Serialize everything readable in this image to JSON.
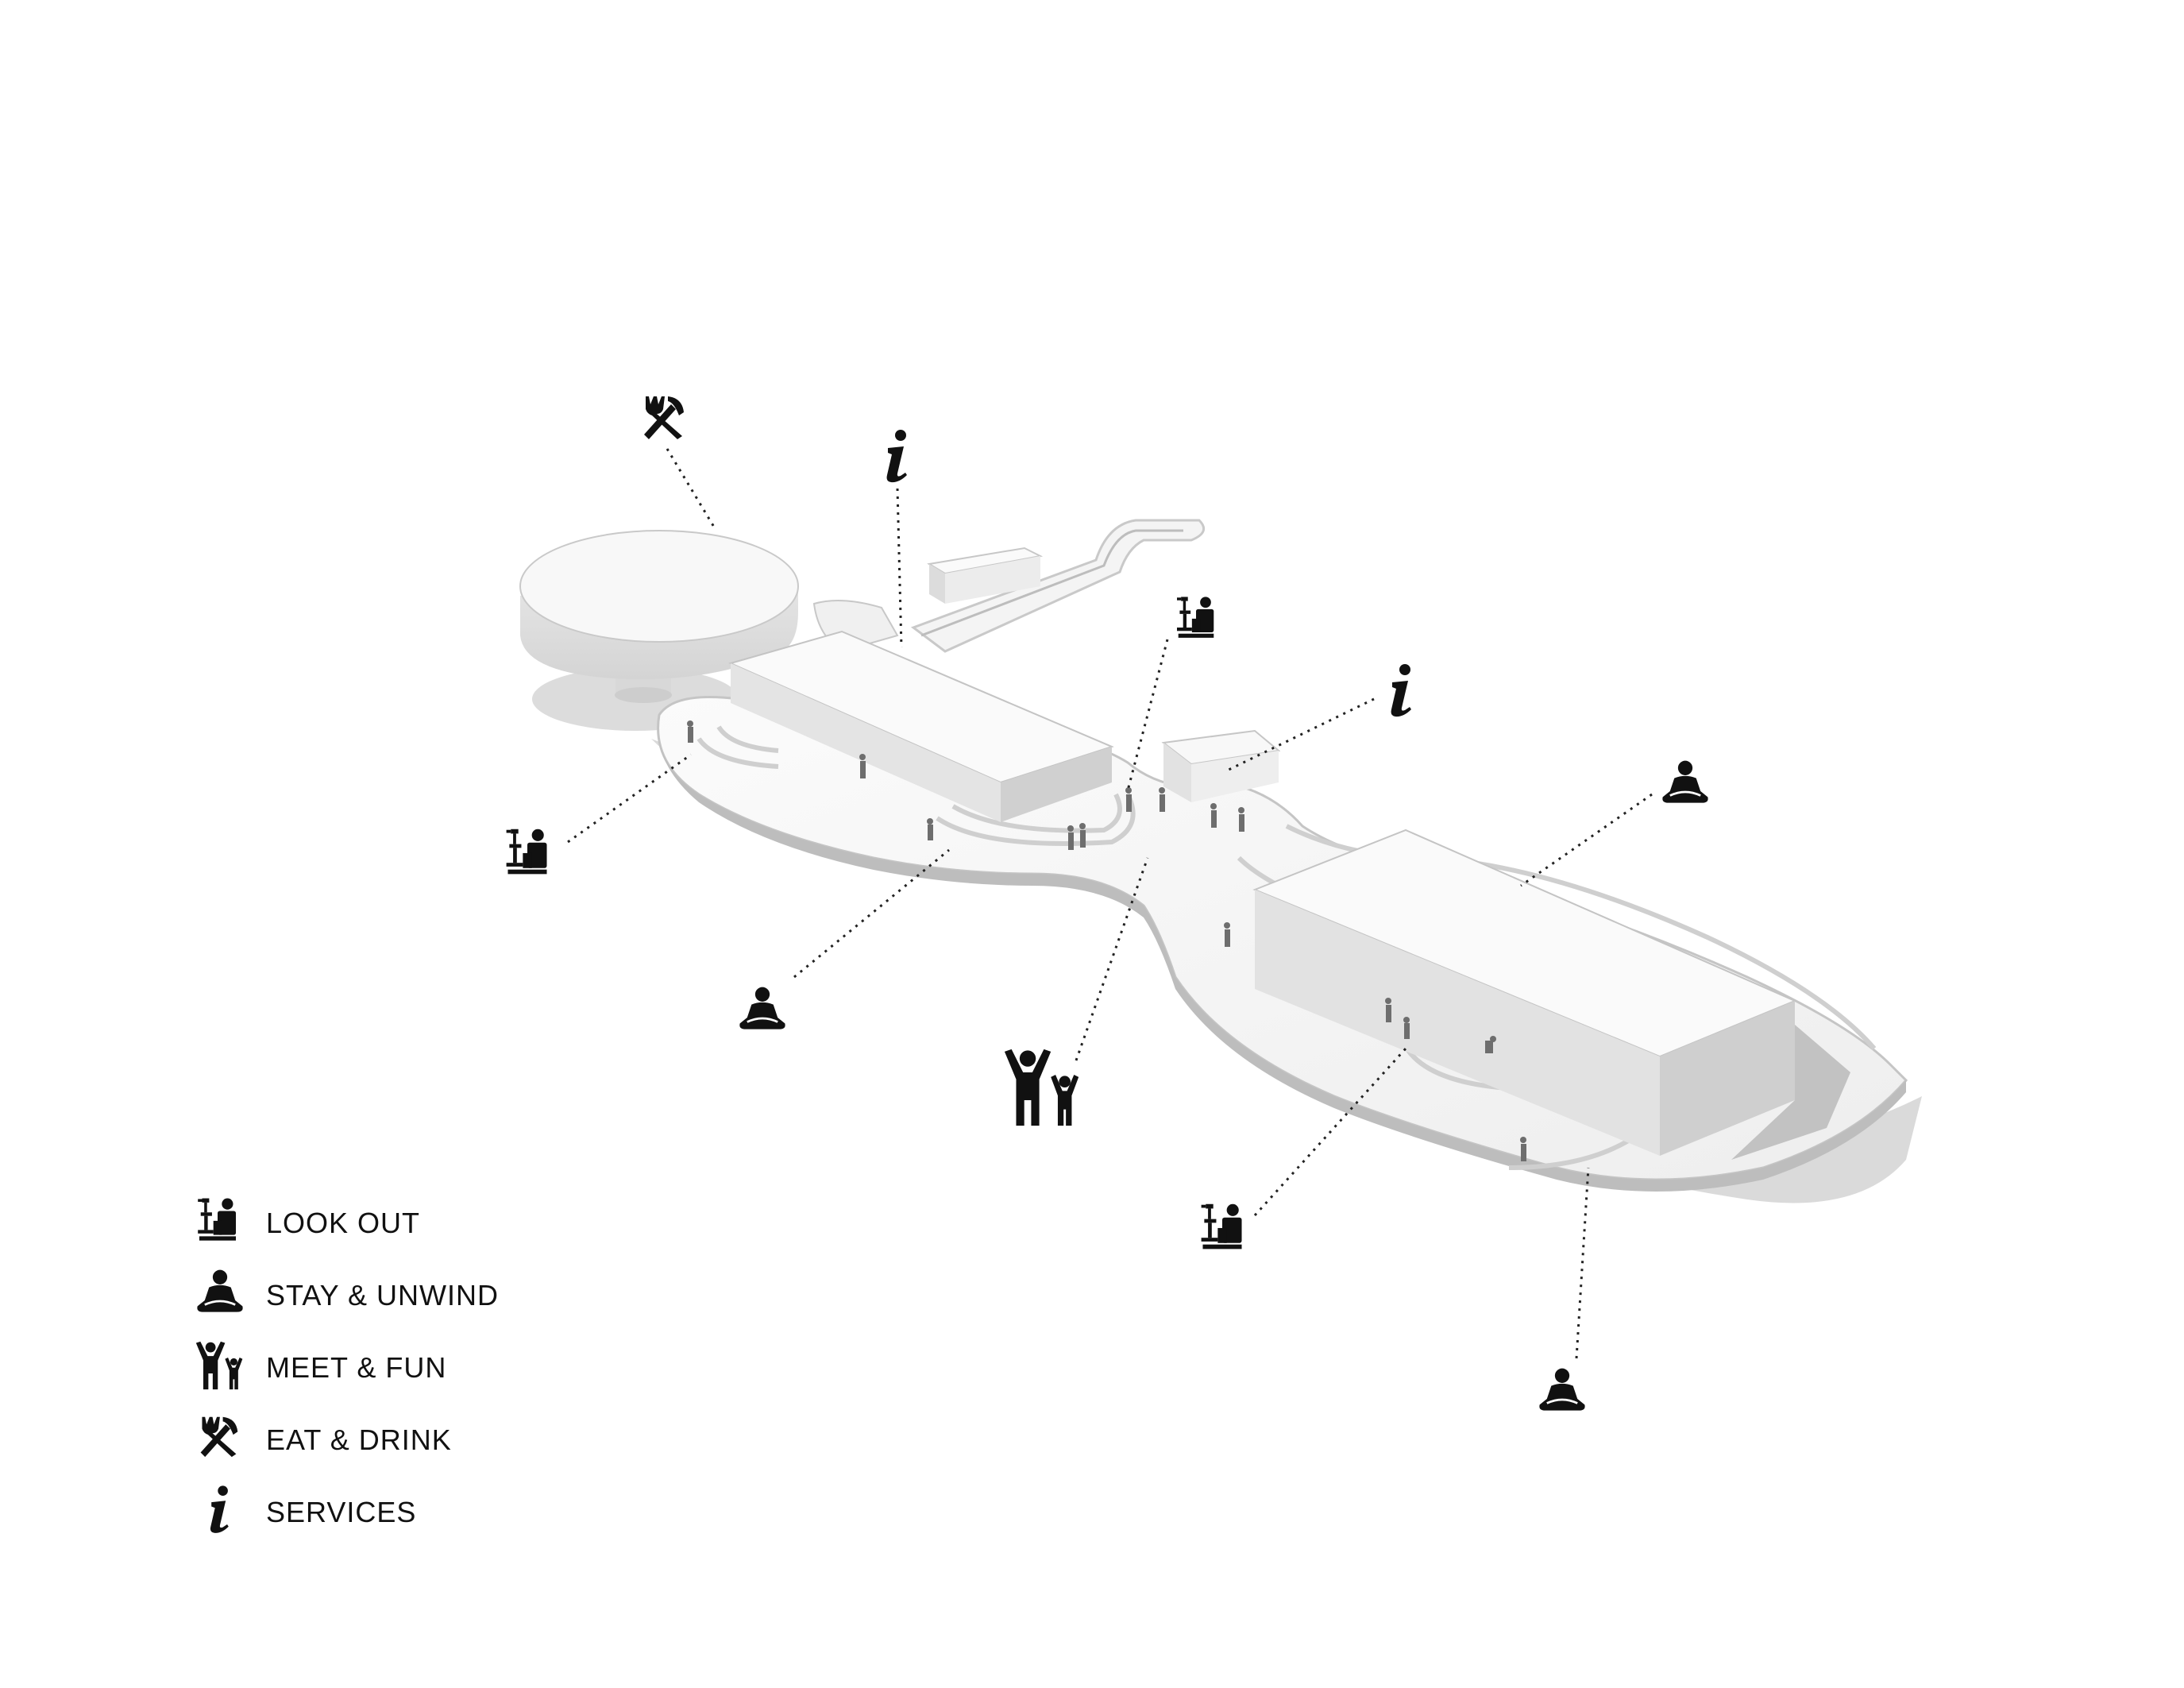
{
  "legend": {
    "items": [
      {
        "icon": "look-out-icon",
        "label": "LOOK OUT"
      },
      {
        "icon": "stay-unwind-icon",
        "label": "STAY & UNWIND"
      },
      {
        "icon": "meet-fun-icon",
        "label": "MEET & FUN"
      },
      {
        "icon": "eat-drink-icon",
        "label": "EAT & DRINK"
      },
      {
        "icon": "services-icon",
        "label": "SERVICES"
      }
    ]
  },
  "callouts": [
    {
      "icon": "eat-drink-icon",
      "category": "EAT & DRINK"
    },
    {
      "icon": "services-icon",
      "category": "SERVICES"
    },
    {
      "icon": "look-out-icon",
      "category": "LOOK OUT"
    },
    {
      "icon": "services-icon",
      "category": "SERVICES"
    },
    {
      "icon": "stay-unwind-icon",
      "category": "STAY & UNWIND"
    },
    {
      "icon": "look-out-icon",
      "category": "LOOK OUT"
    },
    {
      "icon": "stay-unwind-icon",
      "category": "STAY & UNWIND"
    },
    {
      "icon": "meet-fun-icon",
      "category": "MEET & FUN"
    },
    {
      "icon": "look-out-icon",
      "category": "LOOK OUT"
    },
    {
      "icon": "stay-unwind-icon",
      "category": "STAY & UNWIND"
    }
  ],
  "colors": {
    "background": "#ffffff",
    "ink": "#111111",
    "massing": "#f2f2f2",
    "shadow": "#cfcfcf"
  }
}
